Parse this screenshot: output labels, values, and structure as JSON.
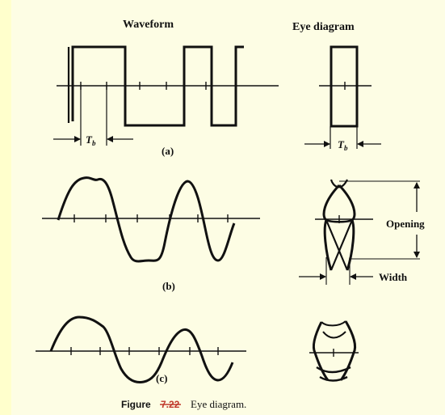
{
  "headers": {
    "waveform": "Waveform",
    "eye_diagram": "Eye diagram"
  },
  "panels": {
    "a": "(a)",
    "b": "(b)",
    "c": "(c)"
  },
  "annotations": {
    "tb_symbol": "T",
    "tb_subscript": "b",
    "opening": "Opening",
    "width": "Width"
  },
  "caption": {
    "figure_word": "Figure",
    "figure_number": "7.22",
    "title": "Eye diagram."
  },
  "colors": {
    "background": "#ffffcc",
    "ink": "#111111",
    "strikeout": "#c0392b"
  }
}
